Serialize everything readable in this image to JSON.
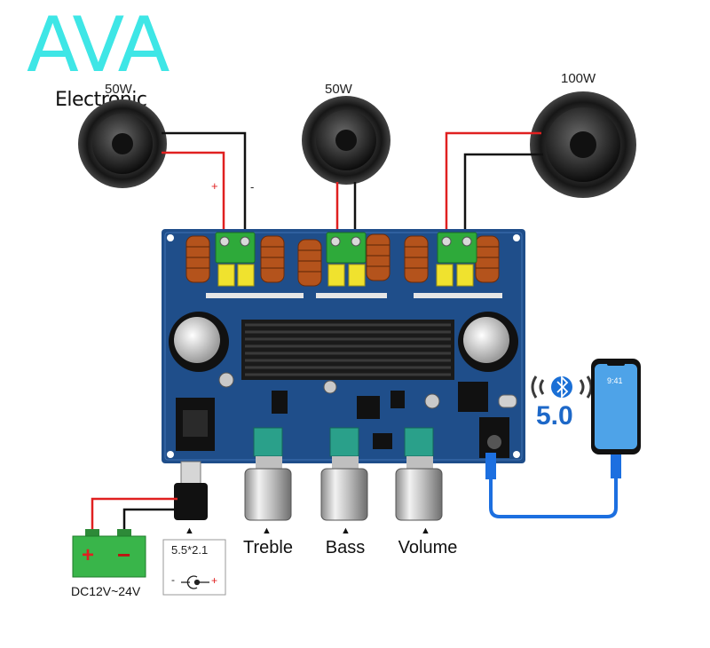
{
  "brand": {
    "name": "AVA",
    "subtitle": "Electronic"
  },
  "speakers": [
    {
      "power": "50W"
    },
    {
      "power": "50W"
    },
    {
      "power": "100W"
    }
  ],
  "polarity": {
    "plus": "+",
    "minus": "-"
  },
  "controls": {
    "treble": "Treble",
    "bass": "Bass",
    "volume": "Volume",
    "marker": "▲"
  },
  "power": {
    "battery_plus": "+",
    "battery_minus": "−",
    "battery_label": "DC12V~24V",
    "jack_size": "5.5*2.1",
    "jack_minus": "-",
    "jack_plus": "+"
  },
  "bluetooth": {
    "version": "5.0"
  },
  "phone": {
    "time": "9:41"
  },
  "colors": {
    "brand": "#3ee6e6",
    "board": "#1f4e8a",
    "wire_red": "#e02020",
    "wire_black": "#111111",
    "cable_blue": "#1c6fe0",
    "battery": "#39b54a"
  }
}
